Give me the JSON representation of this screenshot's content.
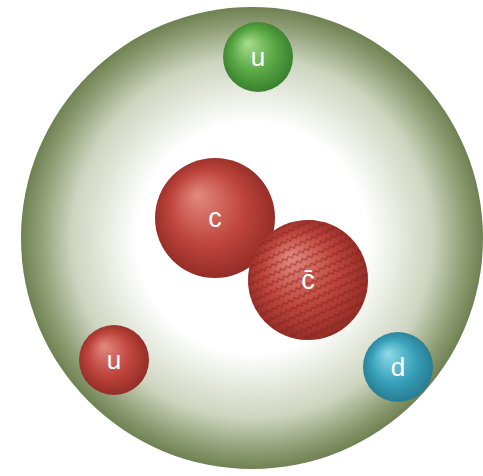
{
  "diagram": {
    "nodes": [
      {
        "text": [
          "u"
        ]
      },
      {
        "text": [
          "c"
        ]
      },
      {
        "text": [
          "c̄"
        ]
      },
      {
        "text": [
          "u"
        ]
      },
      {
        "text": [
          "d"
        ]
      }
    ]
  }
}
